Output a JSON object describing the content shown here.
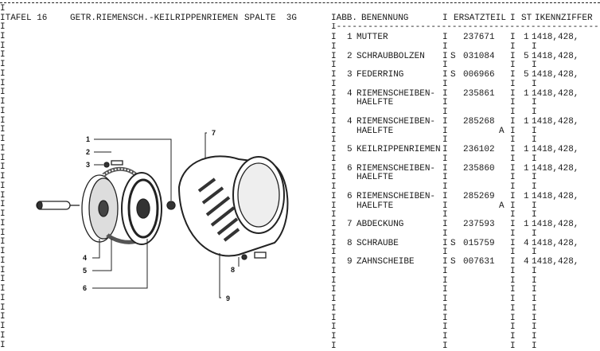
{
  "header": {
    "tafel": "ITAFEL 16",
    "title": "GETR.RIEMENSCH.-KEILRIPPENRIEMEN",
    "spalte": "SPALTE  3G"
  },
  "border_char": "I",
  "table": {
    "columns": {
      "abb": "IABB.",
      "name": "BENENNUNG",
      "sep1": "I",
      "part": "ERSATZTEIL",
      "sep2": "I",
      "qty": "ST",
      "code": "IKENNZIFFER"
    },
    "rule": "I--------------------------------------------------",
    "items": [
      {
        "abb": "1",
        "name": [
          "MUTTER"
        ],
        "prefix": "",
        "part": "237671",
        "suffix": "",
        "qty": "1",
        "code": "1418,428,"
      },
      {
        "abb": "2",
        "name": [
          "SCHRAUBBOLZEN"
        ],
        "prefix": "S",
        "part": "031084",
        "suffix": "",
        "qty": "5",
        "code": "1418,428,"
      },
      {
        "abb": "3",
        "name": [
          "FEDERRING"
        ],
        "prefix": "S",
        "part": "006966",
        "suffix": "",
        "qty": "5",
        "code": "1418,428,"
      },
      {
        "abb": "4",
        "name": [
          "RIEMENSCHEIBEN-",
          "HAELFTE"
        ],
        "prefix": "",
        "part": "235861",
        "suffix": "",
        "qty": "1",
        "code": "1418,428,"
      },
      {
        "abb": "4",
        "name": [
          "RIEMENSCHEIBEN-",
          "HAELFTE"
        ],
        "prefix": "",
        "part": "285268",
        "suffix": "A",
        "qty": "1",
        "code": "1418,428,"
      },
      {
        "abb": "5",
        "name": [
          "KEILRIPPENRIEMEN"
        ],
        "prefix": "",
        "part": "236102",
        "suffix": "",
        "qty": "1",
        "code": "1418,428,"
      },
      {
        "abb": "6",
        "name": [
          "RIEMENSCHEIBEN-",
          "HAELFTE"
        ],
        "prefix": "",
        "part": "235860",
        "suffix": "",
        "qty": "1",
        "code": "1418,428,"
      },
      {
        "abb": "6",
        "name": [
          "RIEMENSCHEIBEN-",
          "HAELFTE"
        ],
        "prefix": "",
        "part": "285269",
        "suffix": "A",
        "qty": "1",
        "code": "1418,428,"
      },
      {
        "abb": "7",
        "name": [
          "ABDECKUNG"
        ],
        "prefix": "",
        "part": "237593",
        "suffix": "",
        "qty": "1",
        "code": "1418,428,"
      },
      {
        "abb": "8",
        "name": [
          "SCHRAUBE"
        ],
        "prefix": "S",
        "part": "015759",
        "suffix": "",
        "qty": "4",
        "code": "1418,428,"
      },
      {
        "abb": "9",
        "name": [
          "ZAHNSCHEIBE"
        ],
        "prefix": "S",
        "part": "007631",
        "suffix": "",
        "qty": "4",
        "code": "1418,428,"
      }
    ]
  },
  "diagram": {
    "callouts": [
      "1",
      "2",
      "3",
      "4",
      "5",
      "6",
      "7",
      "8",
      "9"
    ]
  }
}
